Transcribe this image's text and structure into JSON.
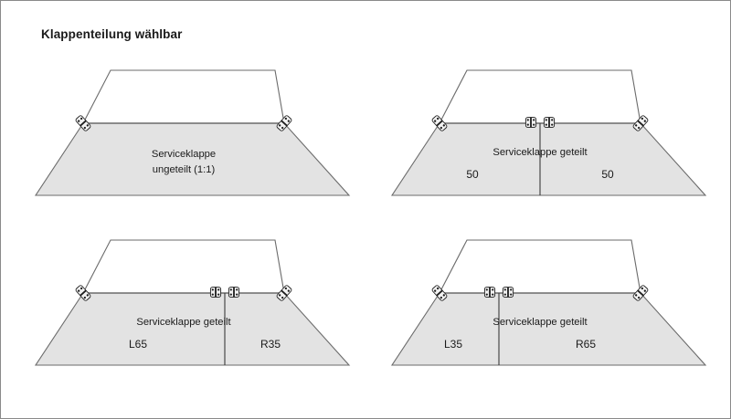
{
  "page": {
    "title": "Klappenteilung wählbar",
    "background_color": "#ffffff",
    "border_color": "#8a8a8a",
    "flap_fill_color": "#e3e3e3",
    "outline_color": "#6b6b6b"
  },
  "panels": [
    {
      "id": "panel-1",
      "name": "serviceklappe-ungeteilt",
      "label_line1": "Serviceklappe",
      "label_line2": "ungeteilt (1:1)",
      "split": false,
      "divider_ratio": null,
      "left_value": "",
      "right_value": "",
      "hinge_count": 2,
      "hinge_positions": [
        "left-corner",
        "right-corner"
      ]
    },
    {
      "id": "panel-2",
      "name": "serviceklappe-geteilt-50-50",
      "label_line1": "Serviceklappe geteilt",
      "label_line2": "",
      "split": true,
      "divider_ratio": 0.5,
      "left_value": "50",
      "right_value": "50",
      "hinge_count": 4,
      "hinge_positions": [
        "left-corner",
        "center-left",
        "center-right",
        "right-corner"
      ]
    },
    {
      "id": "panel-3",
      "name": "serviceklappe-geteilt-l65-r35",
      "label_line1": "Serviceklappe geteilt",
      "label_line2": "",
      "split": true,
      "divider_ratio": 0.65,
      "left_value": "L65",
      "right_value": "R35",
      "hinge_count": 4,
      "hinge_positions": [
        "left-corner",
        "center-left",
        "center-right",
        "right-corner"
      ]
    },
    {
      "id": "panel-4",
      "name": "serviceklappe-geteilt-l35-r65",
      "label_line1": "Serviceklappe geteilt",
      "label_line2": "",
      "split": true,
      "divider_ratio": 0.35,
      "left_value": "L35",
      "right_value": "R65",
      "hinge_count": 4,
      "hinge_positions": [
        "left-corner",
        "center-left",
        "center-right",
        "right-corner"
      ]
    }
  ]
}
